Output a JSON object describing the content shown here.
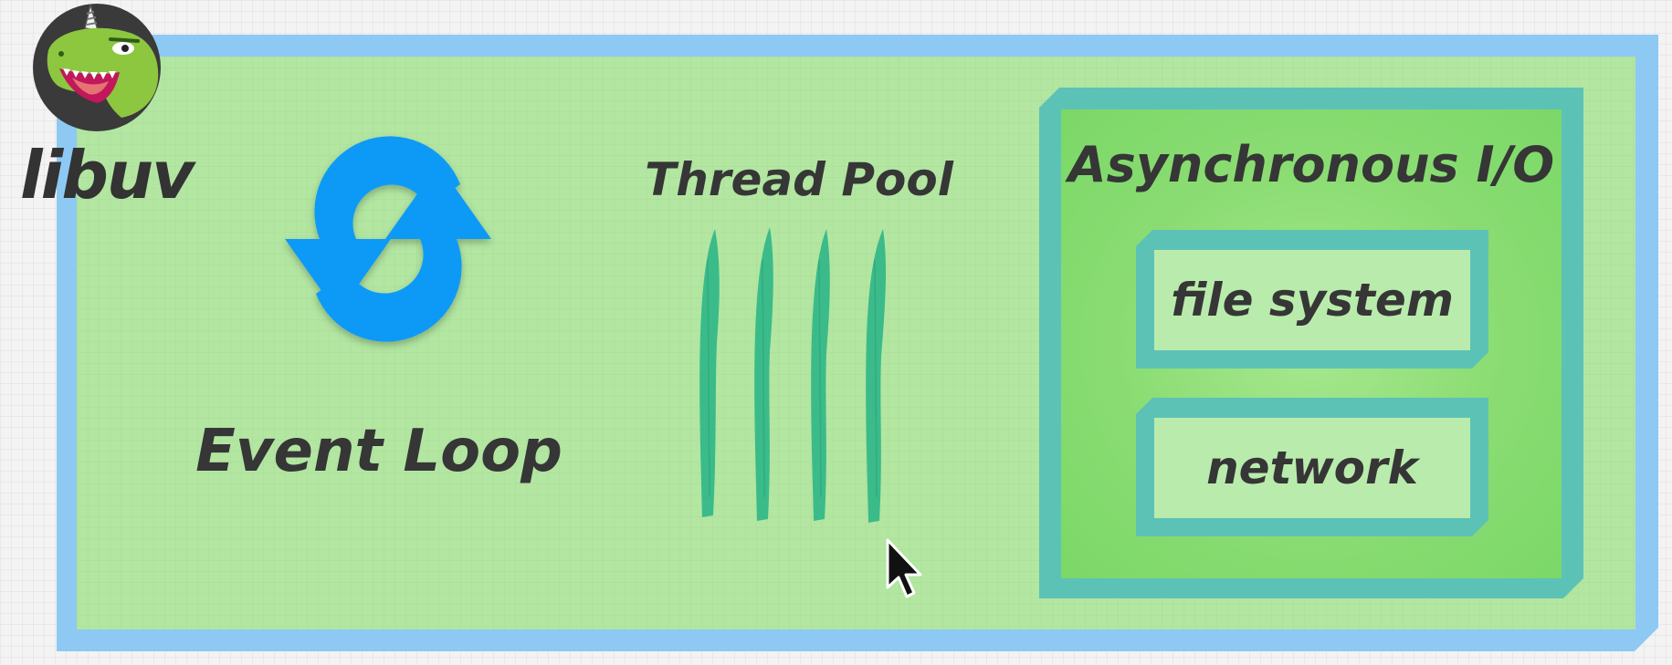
{
  "logo": {
    "icon": "dinosaur-unicorn-logo-icon"
  },
  "libuv": {
    "title": "libuv"
  },
  "event_loop": {
    "label": "Event Loop",
    "icon": "refresh-cycle-icon",
    "color": "#0a9af7"
  },
  "thread_pool": {
    "title": "Thread Pool",
    "thread_count": 4,
    "thread_color": "#35b989"
  },
  "async_io": {
    "title": "Asynchronous I/O",
    "items": [
      {
        "label": "file system"
      },
      {
        "label": "network"
      }
    ]
  },
  "colors": {
    "outer_frame": "#8ec9f4",
    "outer_fill": "#b2e6a1",
    "async_frame": "#5cc2b6",
    "async_fill": "#8adc72",
    "item_fill": "#b9ecac",
    "text": "#363636"
  },
  "cursor": {
    "icon": "mouse-pointer-icon"
  }
}
